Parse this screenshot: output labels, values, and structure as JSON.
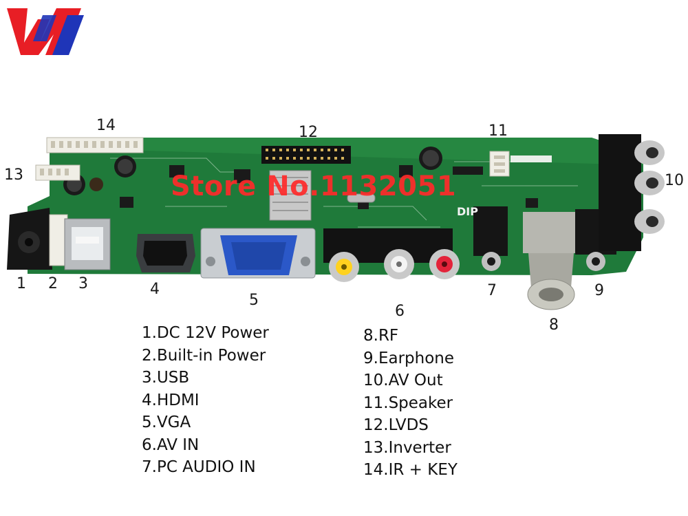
{
  "brand": {
    "logo_text": "WJ",
    "logo_colors": [
      "#e81e25",
      "#1f35b8"
    ]
  },
  "board": {
    "color": "#1f7a3a",
    "watermark": "Store No.1132051",
    "silkscreen_label": "DIP"
  },
  "callouts": [
    {
      "id": "1",
      "label": "1"
    },
    {
      "id": "2",
      "label": "2"
    },
    {
      "id": "3",
      "label": "3"
    },
    {
      "id": "4",
      "label": "4"
    },
    {
      "id": "5",
      "label": "5"
    },
    {
      "id": "6",
      "label": "6"
    },
    {
      "id": "7",
      "label": "7"
    },
    {
      "id": "8",
      "label": "8"
    },
    {
      "id": "9",
      "label": "9"
    },
    {
      "id": "10",
      "label": "10"
    },
    {
      "id": "11",
      "label": "11"
    },
    {
      "id": "12",
      "label": "12"
    },
    {
      "id": "13",
      "label": "13"
    },
    {
      "id": "14",
      "label": "14"
    }
  ],
  "legend": {
    "left": [
      "1.DC 12V Power",
      "2.Built-in Power",
      "3.USB",
      "4.HDMI",
      "5.VGA",
      "6.AV IN",
      "7.PC AUDIO IN"
    ],
    "right": [
      "8.RF",
      "9.Earphone",
      "10.AV Out",
      "11.Speaker",
      "12.LVDS",
      "13.Inverter",
      "14.IR + KEY"
    ]
  }
}
